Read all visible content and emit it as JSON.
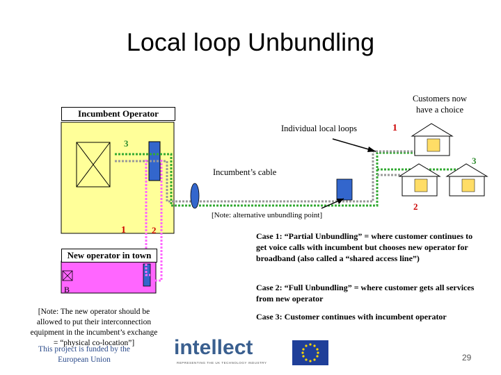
{
  "slide": {
    "title": "Local loop Unbundling",
    "page_number": "29"
  },
  "labels": {
    "incumbent_operator": "Incumbent Operator",
    "customers_choice": "Customers now have a choice",
    "individual_loops": "Individual local loops",
    "incumbents_cable": "Incumbent’s cable",
    "alt_unbundling_note": "[Note: alternative unbundling point]",
    "new_operator": "New operator in town",
    "new_operator_b": "B"
  },
  "markers": {
    "m1_top": "1",
    "m3_left": "3",
    "m3_right": "3",
    "m2_right": "2",
    "m1_left": "1",
    "m2_left": "2"
  },
  "cases": {
    "case1": "Case 1: “Partial Unbundling” = where customer continues to get voice calls with incumbent but chooses new operator for broadband (also called a “shared access line”)",
    "case2": "Case 2: “Full Unbundling” = where customer gets all services from new operator",
    "case3": "Case 3: Customer continues with incumbent operator"
  },
  "notes": {
    "interconnection": "[Note: The new operator should be allowed to put their interconnection equipment in the incumbent’s exchange = “physical co-location”]",
    "funding": "This project is funded by the European Union"
  },
  "logo": {
    "name": "intellect",
    "tagline": "REPRESENTING THE UK TECHNOLOGY INDUSTRY"
  },
  "colors": {
    "incumbent_building": "#ffff99",
    "new_operator_building": "#ff66ff",
    "equipment": "#3366cc",
    "green_line": "#33aa33",
    "grey_line": "#999999",
    "red_marker": "#cc0000",
    "green_marker": "#2e8b2e",
    "eu_flag": "#1f3f99",
    "eu_star": "#ffd700"
  }
}
